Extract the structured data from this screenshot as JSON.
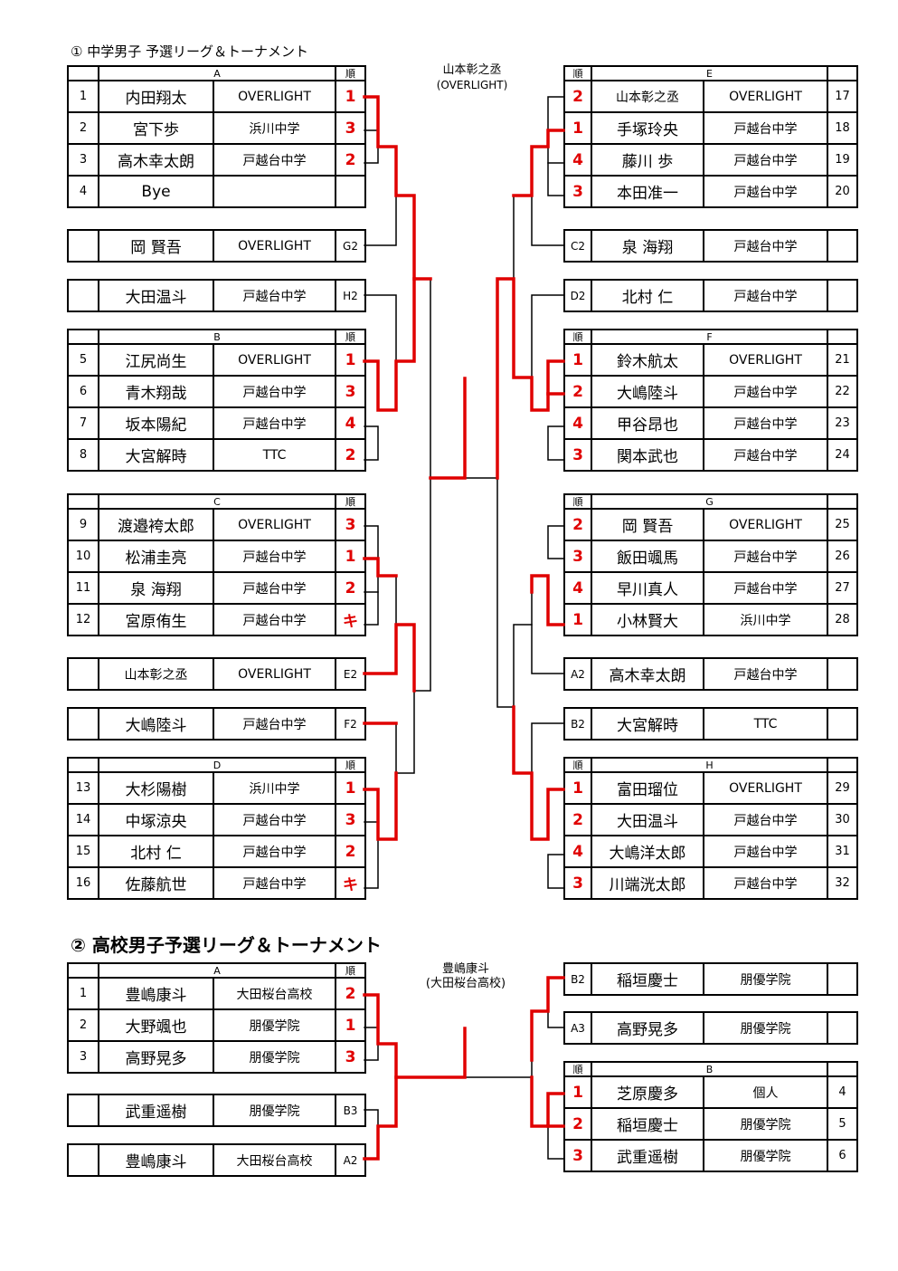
{
  "section1": {
    "title": "① 中学男子 予選リーグ＆トーナメント",
    "winner_name": "山本彰之丞",
    "winner_team": "(OVERLIGHT)",
    "rank_header": "順",
    "groups": {
      "A": {
        "label": "A",
        "rows": [
          {
            "num": "1",
            "name": "内田翔太",
            "team": "OVERLIGHT",
            "rank": "1"
          },
          {
            "num": "2",
            "name": "宮下歩",
            "team": "浜川中学",
            "rank": "3"
          },
          {
            "num": "3",
            "name": "高木幸太朗",
            "team": "戸越台中学",
            "rank": "2"
          },
          {
            "num": "4",
            "name": "Bye",
            "team": "",
            "rank": ""
          }
        ]
      },
      "B": {
        "label": "B",
        "rows": [
          {
            "num": "5",
            "name": "江尻尚生",
            "team": "OVERLIGHT",
            "rank": "1"
          },
          {
            "num": "6",
            "name": "青木翔哉",
            "team": "戸越台中学",
            "rank": "3"
          },
          {
            "num": "7",
            "name": "坂本陽紀",
            "team": "戸越台中学",
            "rank": "4"
          },
          {
            "num": "8",
            "name": "大宮解時",
            "team": "TTC",
            "rank": "2"
          }
        ]
      },
      "C": {
        "label": "C",
        "rows": [
          {
            "num": "9",
            "name": "渡邉袴太郎",
            "team": "OVERLIGHT",
            "rank": "3"
          },
          {
            "num": "10",
            "name": "松浦圭亮",
            "team": "戸越台中学",
            "rank": "1"
          },
          {
            "num": "11",
            "name": "泉 海翔",
            "team": "戸越台中学",
            "rank": "2"
          },
          {
            "num": "12",
            "name": "宮原侑生",
            "team": "戸越台中学",
            "rank": "キ"
          }
        ]
      },
      "D": {
        "label": "D",
        "rows": [
          {
            "num": "13",
            "name": "大杉陽樹",
            "team": "浜川中学",
            "rank": "1"
          },
          {
            "num": "14",
            "name": "中塚涼央",
            "team": "戸越台中学",
            "rank": "3"
          },
          {
            "num": "15",
            "name": "北村 仁",
            "team": "戸越台中学",
            "rank": "2"
          },
          {
            "num": "16",
            "name": "佐藤航世",
            "team": "戸越台中学",
            "rank": "キ"
          }
        ]
      },
      "E": {
        "label": "E",
        "rows": [
          {
            "num": "17",
            "name": "山本彰之丞",
            "team": "OVERLIGHT",
            "rank": "2"
          },
          {
            "num": "18",
            "name": "手塚玲央",
            "team": "戸越台中学",
            "rank": "1"
          },
          {
            "num": "19",
            "name": "藤川 歩",
            "team": "戸越台中学",
            "rank": "4"
          },
          {
            "num": "20",
            "name": "本田准一",
            "team": "戸越台中学",
            "rank": "3"
          }
        ]
      },
      "F": {
        "label": "F",
        "rows": [
          {
            "num": "21",
            "name": "鈴木航太",
            "team": "OVERLIGHT",
            "rank": "1"
          },
          {
            "num": "22",
            "name": "大嶋陸斗",
            "team": "戸越台中学",
            "rank": "2"
          },
          {
            "num": "23",
            "name": "甲谷昂也",
            "team": "戸越台中学",
            "rank": "4"
          },
          {
            "num": "24",
            "name": "関本武也",
            "team": "戸越台中学",
            "rank": "3"
          }
        ]
      },
      "G": {
        "label": "G",
        "rows": [
          {
            "num": "25",
            "name": "岡 賢吾",
            "team": "OVERLIGHT",
            "rank": "2"
          },
          {
            "num": "26",
            "name": "飯田颯馬",
            "team": "戸越台中学",
            "rank": "3"
          },
          {
            "num": "27",
            "name": "早川真人",
            "team": "戸越台中学",
            "rank": "4"
          },
          {
            "num": "28",
            "name": "小林賢大",
            "team": "浜川中学",
            "rank": "1"
          }
        ]
      },
      "H": {
        "label": "H",
        "rows": [
          {
            "num": "29",
            "name": "富田瑠位",
            "team": "OVERLIGHT",
            "rank": "1"
          },
          {
            "num": "30",
            "name": "大田温斗",
            "team": "戸越台中学",
            "rank": "2"
          },
          {
            "num": "31",
            "name": "大嶋洋太郎",
            "team": "戸越台中学",
            "rank": "4"
          },
          {
            "num": "32",
            "name": "川端洸太郎",
            "team": "戸越台中学",
            "rank": "3"
          }
        ]
      }
    },
    "seeds_left": [
      {
        "name": "岡 賢吾",
        "team": "OVERLIGHT",
        "seed": "G2"
      },
      {
        "name": "大田温斗",
        "team": "戸越台中学",
        "seed": "H2"
      },
      {
        "name": "山本彰之丞",
        "team": "OVERLIGHT",
        "seed": "E2"
      },
      {
        "name": "大嶋陸斗",
        "team": "戸越台中学",
        "seed": "F2"
      }
    ],
    "seeds_right": [
      {
        "seed": "C2",
        "name": "泉 海翔",
        "team": "戸越台中学"
      },
      {
        "seed": "D2",
        "name": "北村 仁",
        "team": "戸越台中学"
      },
      {
        "seed": "A2",
        "name": "高木幸太朗",
        "team": "戸越台中学"
      },
      {
        "seed": "B2",
        "name": "大宮解時",
        "team": "TTC"
      }
    ]
  },
  "section2": {
    "title": "② 高校男子予選リーグ＆トーナメント",
    "winner_name": "豊嶋康斗",
    "winner_team": "(大田桜台高校)",
    "rank_header": "順",
    "groups": {
      "A": {
        "label": "A",
        "rows": [
          {
            "num": "1",
            "name": "豊嶋康斗",
            "team": "大田桜台高校",
            "rank": "2"
          },
          {
            "num": "2",
            "name": "大野颯也",
            "team": "朋優学院",
            "rank": "1"
          },
          {
            "num": "3",
            "name": "高野晃多",
            "team": "朋優学院",
            "rank": "3"
          }
        ]
      },
      "B": {
        "label": "B",
        "rows": [
          {
            "num": "4",
            "name": "芝原慶多",
            "team": "個人",
            "rank": "1"
          },
          {
            "num": "5",
            "name": "稲垣慶士",
            "team": "朋優学院",
            "rank": "2"
          },
          {
            "num": "6",
            "name": "武重遥樹",
            "team": "朋優学院",
            "rank": "3"
          }
        ]
      }
    },
    "seeds_left": [
      {
        "name": "武重遥樹",
        "team": "朋優学院",
        "seed": "B3"
      },
      {
        "name": "豊嶋康斗",
        "team": "大田桜台高校",
        "seed": "A2"
      }
    ],
    "seeds_right": [
      {
        "seed": "B2",
        "name": "稲垣慶士",
        "team": "朋優学院"
      },
      {
        "seed": "A3",
        "name": "高野晃多",
        "team": "朋優学院"
      }
    ]
  }
}
